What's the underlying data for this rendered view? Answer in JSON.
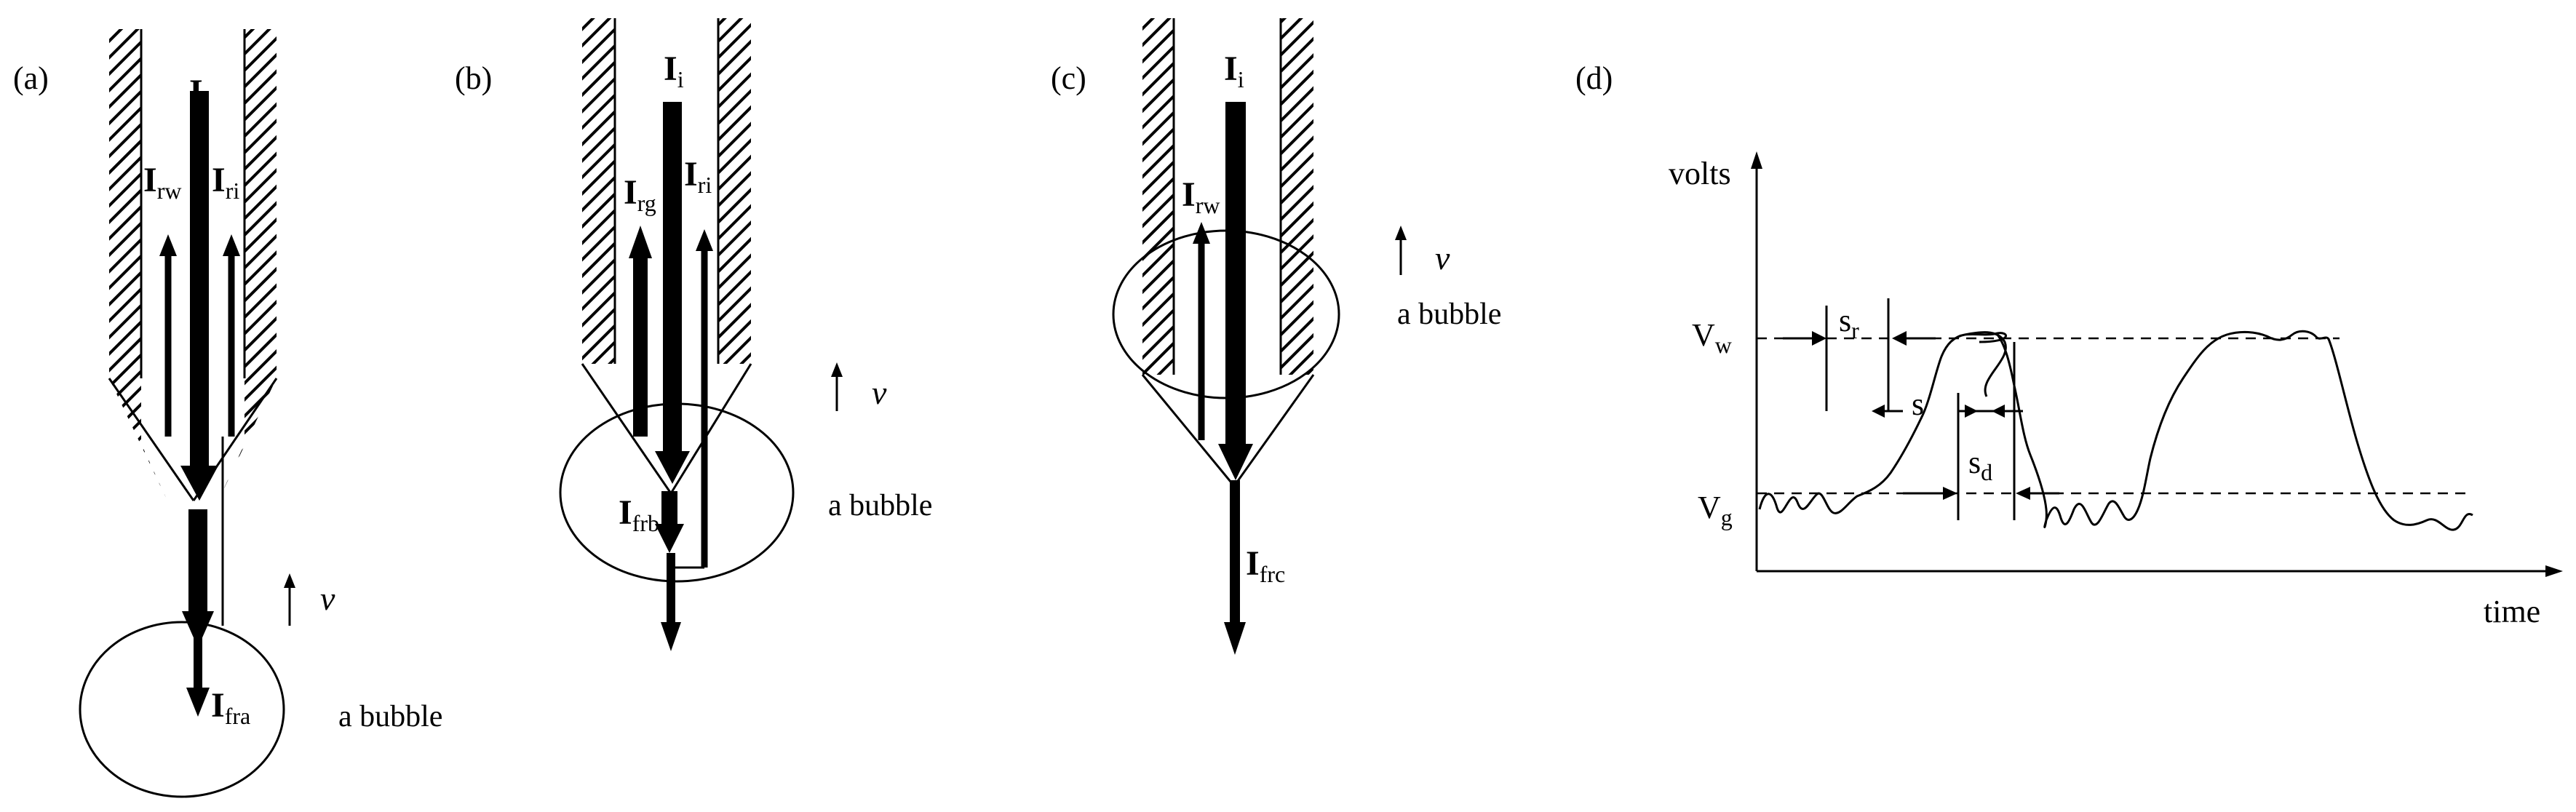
{
  "panels": {
    "a": {
      "tag": "(a)",
      "current_main": "I",
      "current_main_sub": "i",
      "current_rw": "I",
      "current_rw_sub": "rw",
      "current_ri": "I",
      "current_ri_sub": "ri",
      "current_fr": "I",
      "current_fr_sub": "fra",
      "velocity": "v",
      "bubble_label": "a bubble"
    },
    "b": {
      "tag": "(b)",
      "current_main": "I",
      "current_main_sub": "i",
      "current_rg": "I",
      "current_rg_sub": "rg",
      "current_ri": "I",
      "current_ri_sub": "ri",
      "current_fr": "I",
      "current_fr_sub": "frb",
      "velocity": "v",
      "bubble_label": "a bubble"
    },
    "c": {
      "tag": "(c)",
      "current_main": "I",
      "current_main_sub": "i",
      "current_rw": "I",
      "current_rw_sub": "rw",
      "current_fr": "I",
      "current_fr_sub": "frc",
      "velocity": "v",
      "bubble_label": "a bubble"
    },
    "d": {
      "tag": "(d)",
      "y_axis": "volts",
      "x_axis": "time",
      "level_high": "V",
      "level_high_sub": "w",
      "level_low": "V",
      "level_low_sub": "g",
      "rise_label": "s",
      "rise_sub": "r",
      "mid_label": "s",
      "fall_label": "s",
      "fall_sub": "d"
    }
  }
}
